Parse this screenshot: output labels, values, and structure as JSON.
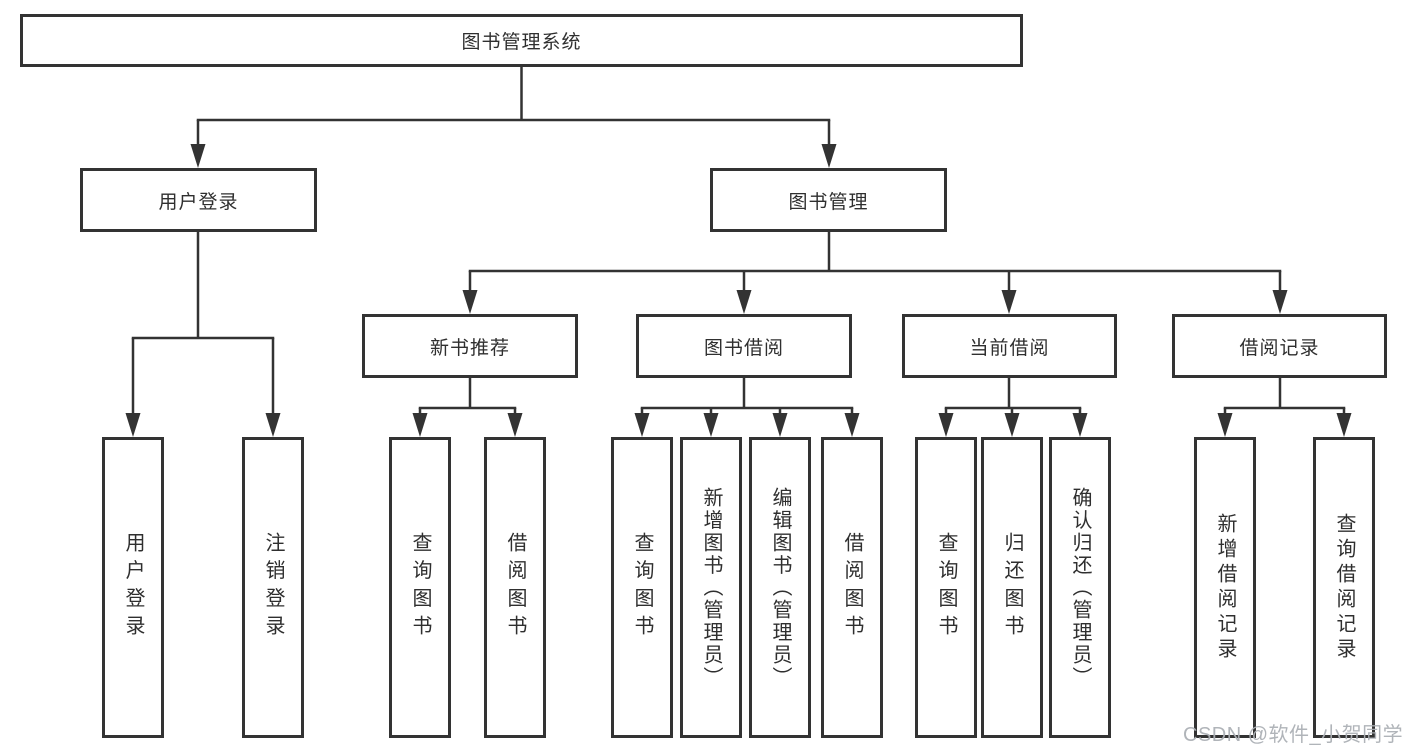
{
  "diagram_type": "hierarchy-tree",
  "tree": {
    "root": {
      "label": "图书管理系统"
    },
    "branches": [
      {
        "label": "用户登录",
        "children": [
          {
            "label": "用户登录"
          },
          {
            "label": "注销登录"
          }
        ]
      },
      {
        "label": "图书管理",
        "children": [
          {
            "label": "新书推荐",
            "children": [
              {
                "label": "查询图书"
              },
              {
                "label": "借阅图书"
              }
            ]
          },
          {
            "label": "图书借阅",
            "children": [
              {
                "label": "查询图书"
              },
              {
                "label": "新增图书（管理员）"
              },
              {
                "label": "编辑图书（管理员）"
              },
              {
                "label": "借阅图书"
              }
            ]
          },
          {
            "label": "当前借阅",
            "children": [
              {
                "label": "查询图书"
              },
              {
                "label": "归还图书"
              },
              {
                "label": "确认归还（管理员）"
              }
            ]
          },
          {
            "label": "借阅记录",
            "children": [
              {
                "label": "新增借阅记录"
              },
              {
                "label": "查询借阅记录"
              }
            ]
          }
        ]
      }
    ]
  },
  "watermark": "CSDN @软件_小贺同学",
  "colors": {
    "line": "#333333",
    "box_border": "#333333",
    "text": "#2f2f2f",
    "watermark": "#acb0b5",
    "background": "#ffffff"
  }
}
